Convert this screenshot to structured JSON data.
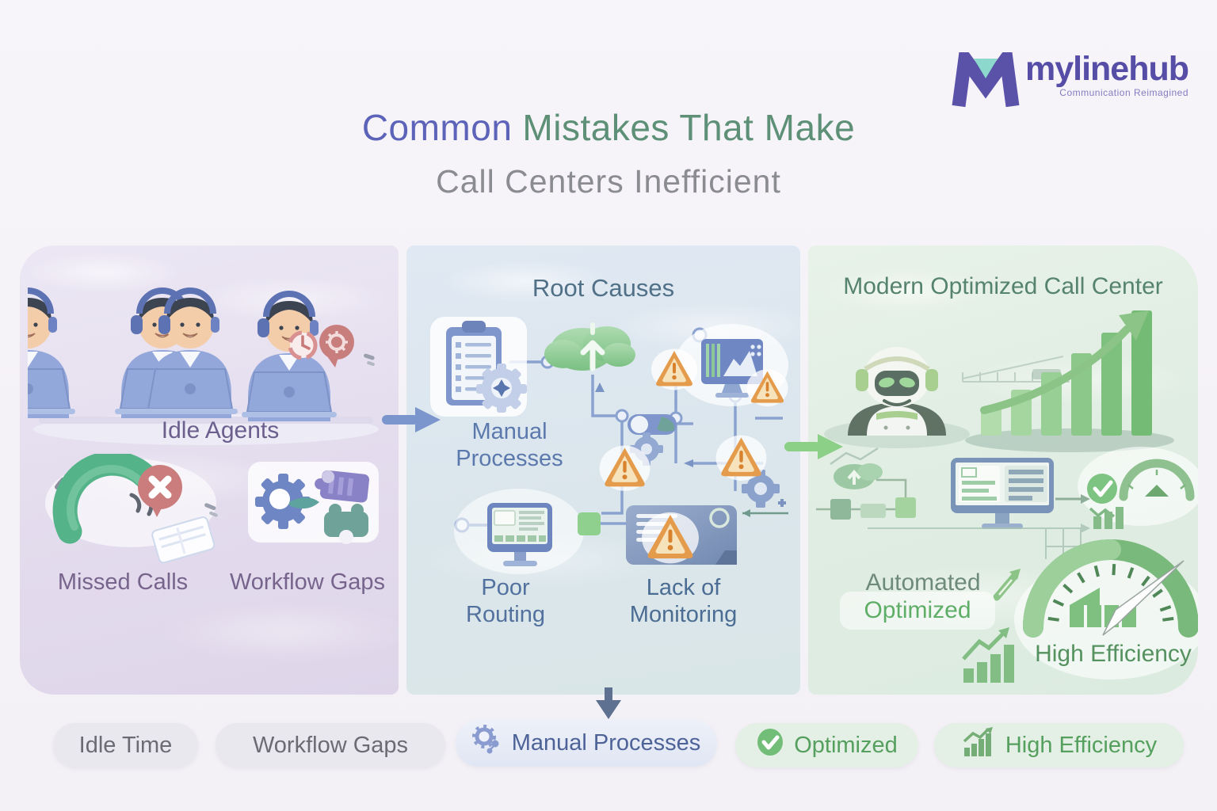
{
  "header": {
    "title_accent": "Common",
    "title_rest": "Mistakes That Make",
    "title_line2": "Call Centers Inefficient",
    "logo": {
      "brand": "mylinehub",
      "tagline": "Communication Reimagined"
    }
  },
  "panels": {
    "problems": {
      "idle_agents_label": "Idle Agents",
      "missed_calls_label": "Missed Calls",
      "workflow_gaps_label": "Workflow Gaps"
    },
    "root_causes": {
      "title": "Root Causes",
      "manual_processes_label": "Manual Processes",
      "poor_routing_label": "Poor Routing",
      "lack_of_monitoring_label": "Lack of Monitoring"
    },
    "optimized": {
      "title": "Modern Optimized Call Center",
      "automated_label": "Automated",
      "optimized_label": "Optimized",
      "high_efficiency_label": "High Efficiency"
    }
  },
  "badges": [
    {
      "label": "Idle Time"
    },
    {
      "label": "Workflow Gaps"
    },
    {
      "label": "Manual Processes"
    },
    {
      "label": "Optimized"
    },
    {
      "label": "High Efficiency"
    }
  ],
  "colors": {
    "title_accent": "#5c63b8",
    "title_green": "#5d9077",
    "title_gray": "#8b8b92",
    "logo_purple": "#564da6",
    "warning_orange": "#e49b4b",
    "badge_green_text": "#55a05e",
    "badge_blue_text": "#4d6398",
    "badge_gray_text": "#6b6b73"
  }
}
